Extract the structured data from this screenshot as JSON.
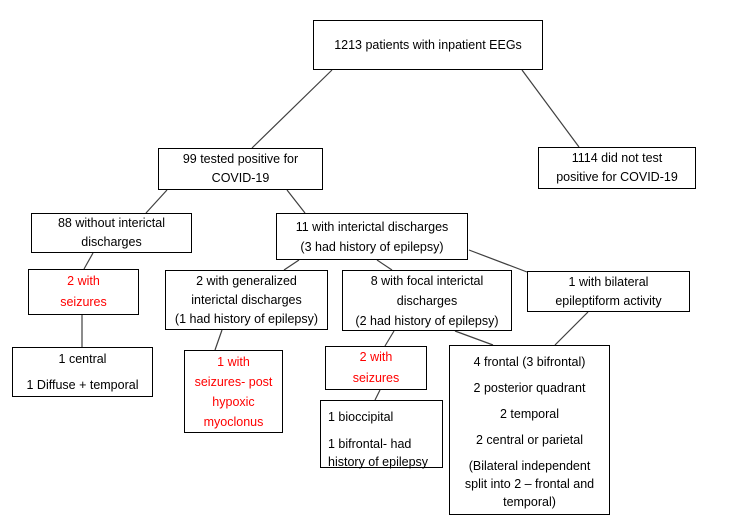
{
  "colors": {
    "highlight_text": "#ff0000",
    "box_border": "#000000",
    "connector": "#3f3f3f",
    "background": "#ffffff"
  },
  "nodes": {
    "root": {
      "lines": [
        "1213 patients with inpatient EEGs"
      ],
      "color": "black"
    },
    "tested_positive": {
      "lines": [
        "99 tested positive for",
        "COVID-19"
      ],
      "color": "black"
    },
    "not_positive": {
      "lines": [
        "1114 did not test",
        "positive for COVID-19"
      ],
      "color": "black"
    },
    "without_interictal": {
      "lines": [
        "88 without interictal",
        "discharges"
      ],
      "color": "black"
    },
    "with_interictal": {
      "lines": [
        "11 with interictal discharges",
        "(3 had history of epilepsy)"
      ],
      "color": "black"
    },
    "seizures_without": {
      "lines": [
        "2 with",
        "seizures"
      ],
      "color": "red"
    },
    "generalized": {
      "lines": [
        "2 with generalized",
        "interictal discharges",
        "(1 had history of epilepsy)"
      ],
      "color": "black"
    },
    "focal": {
      "lines": [
        "8 with focal interictal",
        "discharges",
        "(2 had history of epilepsy)"
      ],
      "color": "black"
    },
    "bilateral": {
      "lines": [
        "1 with bilateral",
        "epileptiform activity"
      ],
      "color": "black"
    },
    "central_diffuse": {
      "lines": [
        "1 central",
        "1 Diffuse + temporal"
      ],
      "color": "black"
    },
    "seizures_posthypoxic": {
      "lines": [
        "1 with",
        "seizures- post",
        "hypoxic",
        "myoclonus"
      ],
      "color": "red"
    },
    "seizures_focal": {
      "lines": [
        "2 with",
        "seizures"
      ],
      "color": "red"
    },
    "bioccipital": {
      "lines": [
        "1 bioccipital",
        "1 bifrontal- had",
        "history of epilepsy"
      ],
      "color": "black"
    },
    "focal_locations": {
      "lines": [
        "4 frontal (3 bifrontal)",
        "2 posterior quadrant",
        "2 temporal",
        "2 central or parietal",
        "(Bilateral independent",
        "split into 2 – frontal and",
        "temporal)"
      ],
      "color": "black"
    }
  },
  "edges": [
    {
      "from": "root",
      "to": "tested_positive"
    },
    {
      "from": "root",
      "to": "not_positive"
    },
    {
      "from": "tested_positive",
      "to": "without_interictal"
    },
    {
      "from": "tested_positive",
      "to": "with_interictal"
    },
    {
      "from": "without_interictal",
      "to": "seizures_without"
    },
    {
      "from": "with_interictal",
      "to": "generalized"
    },
    {
      "from": "with_interictal",
      "to": "focal"
    },
    {
      "from": "with_interictal",
      "to": "bilateral"
    },
    {
      "from": "seizures_without",
      "to": "central_diffuse"
    },
    {
      "from": "generalized",
      "to": "seizures_posthypoxic"
    },
    {
      "from": "focal",
      "to": "seizures_focal"
    },
    {
      "from": "focal",
      "to": "focal_locations"
    },
    {
      "from": "bilateral",
      "to": "focal_locations"
    },
    {
      "from": "seizures_focal",
      "to": "bioccipital"
    }
  ]
}
